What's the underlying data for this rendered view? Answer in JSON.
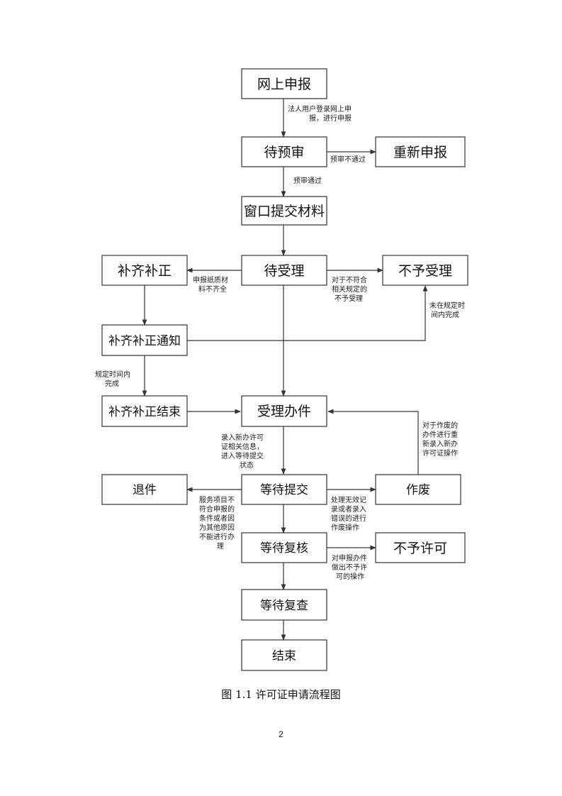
{
  "nodes": {
    "wangshang_shenbao": "网上申报",
    "dai_yushen": "待预审",
    "chongxin_shenbao": "重新申报",
    "chuangkou_tijiao": "窗口提交材料",
    "dai_shouli": "待受理",
    "buqi_buzheng": "补齐补正",
    "buyu_shouli": "不予受理",
    "buqi_buzheng_tongzhi": "补齐补正通知",
    "buqi_buzheng_jieshu": "补齐补正结束",
    "shouli_banjian": "受理办件",
    "tuijian": "退件",
    "dengdai_tijiao": "等待提交",
    "zuofei": "作废",
    "dengdai_fuhe": "等待复核",
    "buyu_xuke": "不予许可",
    "dengdai_fucha": "等待复查",
    "jieshu": "结束"
  },
  "edges": {
    "e1": [
      "法人用户登录网上申",
      "报，进行申报"
    ],
    "e2": [
      "预审不通过"
    ],
    "e3": [
      "预审通过"
    ],
    "e4": [
      "申报纸质材",
      "料不齐全"
    ],
    "e5": [
      "对于不符合",
      "相关规定的",
      "不予受理"
    ],
    "e6": [
      "未在规定时",
      "间内完成"
    ],
    "e7": [
      "规定时间内",
      "完成"
    ],
    "e8": [
      "对于作废的",
      "办件进行重",
      "新录入新办",
      "许可证操作"
    ],
    "e9": [
      "录入新办许可",
      "证相关信息，",
      "进入等待提交",
      "状态"
    ],
    "e10": [
      "服务项目不",
      "符合申报的",
      "条件或者因",
      "为其他原因",
      "不能进行办",
      "理"
    ],
    "e11": [
      "处理无效记",
      "录或者录入",
      "错误的进行",
      "作废操作"
    ],
    "e12": [
      "对申报办件",
      "做出不予许",
      "可的操作"
    ]
  },
  "caption": "图 1.1 许可证申请流程图",
  "page_number": "2"
}
